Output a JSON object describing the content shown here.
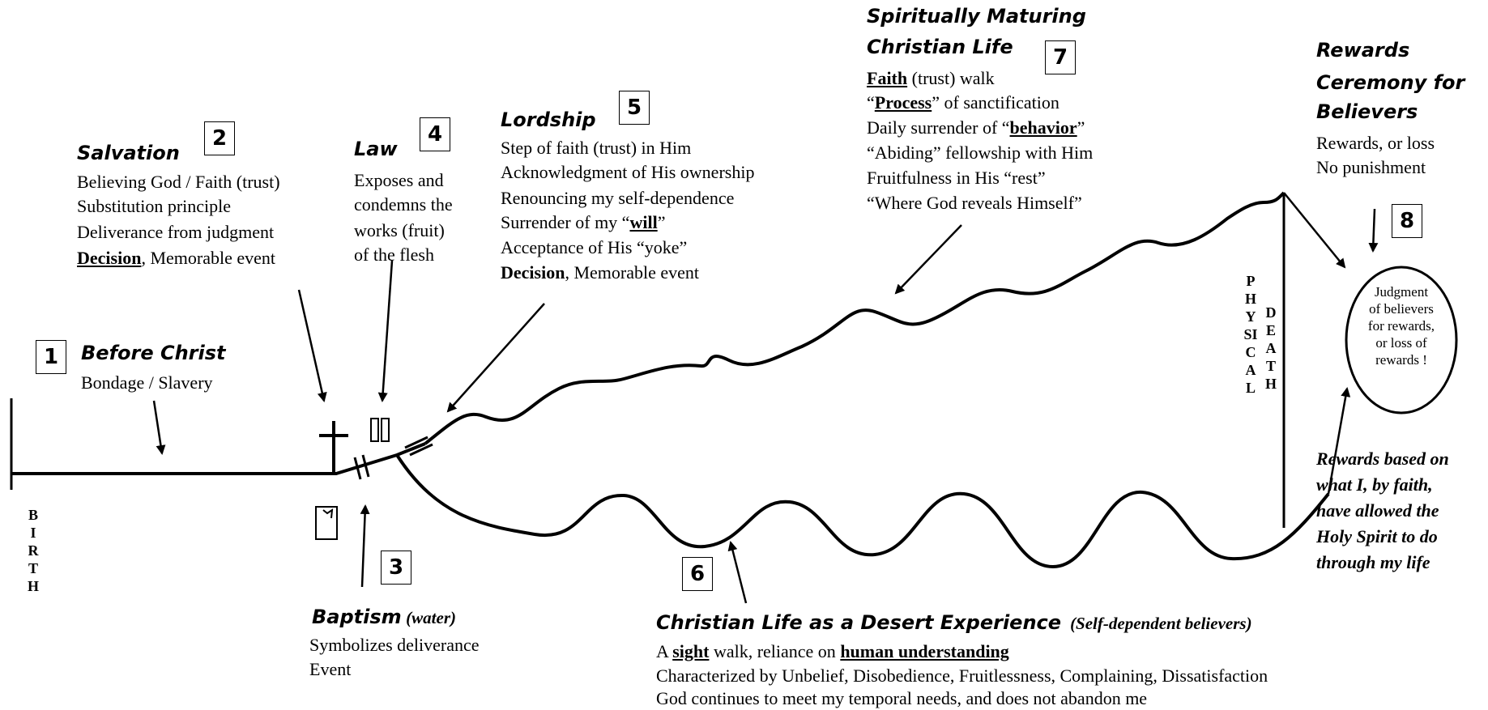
{
  "stage1": {
    "number": "1",
    "title": "Before Christ",
    "lines": [
      "Bondage / Slavery"
    ]
  },
  "birth": {
    "label": "BIRTH"
  },
  "stage2": {
    "number": "2",
    "title": "Salvation",
    "line1": "Believing God / Faith (trust)",
    "line2": "Substitution principle",
    "line3": "Deliverance from judgment",
    "line4_bold": "Decision",
    "line4_rest": ", Memorable event"
  },
  "stage3": {
    "number": "3",
    "title": "Baptism",
    "subtitle": "(water)",
    "line1": "Symbolizes deliverance",
    "line2": "Event"
  },
  "stage4": {
    "number": "4",
    "title": "Law",
    "line1": "Exposes and",
    "line2": "condemns the",
    "line3": "works (fruit)",
    "line4": "of the flesh"
  },
  "stage5": {
    "number": "5",
    "title": "Lordship",
    "line1": "Step of faith (trust) in Him",
    "line2": "Acknowledgment of His ownership",
    "line3": "Renouncing my self-dependence",
    "line4_pre": "Surrender of my “",
    "line4_bold": "will",
    "line4_post": "”",
    "line5": "Acceptance of His “yoke”",
    "line6_bold": "Decision",
    "line6_rest": ", Memorable event"
  },
  "stage6": {
    "number": "6",
    "title": "Christian Life as a Desert Experience",
    "subtitle": "(Self-dependent believers)",
    "line1_pre": "A ",
    "line1_bold1": "sight",
    "line1_mid": " walk, reliance on ",
    "line1_bold2": "human understanding",
    "line2": "Characterized by Unbelief, Disobedience, Fruitlessness, Complaining, Dissatisfaction",
    "line3": "God continues to meet my temporal needs, and does not abandon me"
  },
  "stage7": {
    "number": "7",
    "title1": "Spiritually Maturing",
    "title2": "Christian Life",
    "line1_bold": "Faith",
    "line1_rest": " (trust) walk",
    "line2_pre": "“",
    "line2_bold": "Process",
    "line2_post": "” of sanctification",
    "line3_pre": "Daily surrender of “",
    "line3_bold": "behavior",
    "line3_post": "”",
    "line4": "“Abiding” fellowship with Him",
    "line5": "Fruitfulness in His “rest”",
    "line6": "“Where God reveals Himself”"
  },
  "stage8": {
    "number": "8",
    "title1": "Rewards",
    "title2": "Ceremony for",
    "title3": "Believers",
    "line1": "Rewards, or loss",
    "line2": "No punishment"
  },
  "physical": {
    "label": "PHYSICAL"
  },
  "death": {
    "label": "DEATH"
  },
  "judgment": {
    "line1": "Judgment",
    "line2": "of believers",
    "line3": "for rewards,",
    "line4": "or loss of",
    "line5": "rewards !"
  },
  "rewards_note": {
    "line1": "Rewards based on",
    "line2": "what I, by faith,",
    "line3": "have allowed the",
    "line4": "Holy Spirit to do",
    "line5": "through my life"
  }
}
